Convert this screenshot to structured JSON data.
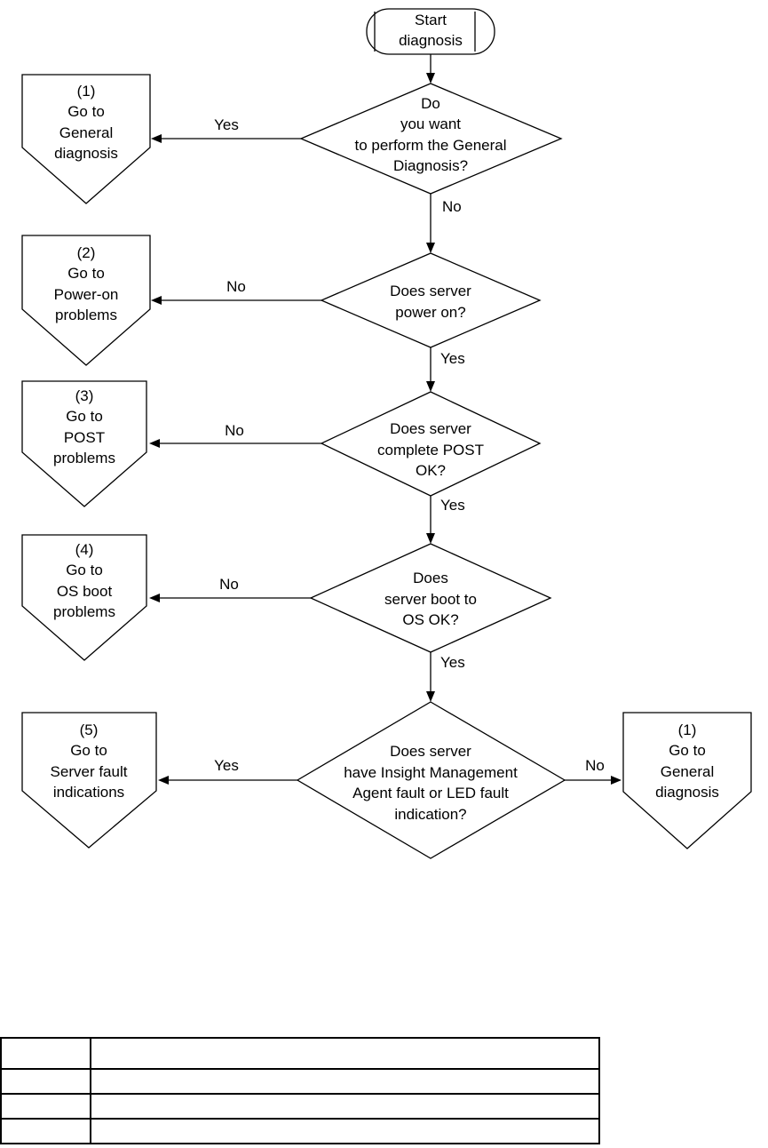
{
  "start": {
    "lines": [
      "Start",
      "diagnosis"
    ]
  },
  "decisions": [
    {
      "id": "general",
      "lines": [
        "Do",
        "you want",
        "to perform the General",
        "Diagnosis?"
      ]
    },
    {
      "id": "power",
      "lines": [
        "Does server",
        "power on?"
      ]
    },
    {
      "id": "post",
      "lines": [
        "Does server",
        "complete POST",
        "OK?"
      ]
    },
    {
      "id": "os",
      "lines": [
        "Does",
        "server boot to",
        "OS OK?"
      ]
    },
    {
      "id": "fault",
      "lines": [
        "Does server",
        "have Insight Management",
        "Agent fault or LED fault",
        "indication?"
      ]
    }
  ],
  "references": [
    {
      "id": "ref-general-1",
      "lines": [
        "(1)",
        "Go to",
        "General",
        "diagnosis"
      ]
    },
    {
      "id": "ref-power-on",
      "lines": [
        "(2)",
        "Go to",
        "Power-on",
        "problems"
      ]
    },
    {
      "id": "ref-post",
      "lines": [
        "(3)",
        "Go to",
        "POST",
        "problems"
      ]
    },
    {
      "id": "ref-os-boot",
      "lines": [
        "(4)",
        "Go to",
        "OS boot",
        "problems"
      ]
    },
    {
      "id": "ref-server-fault",
      "lines": [
        "(5)",
        "Go to",
        "Server fault",
        "indications"
      ]
    },
    {
      "id": "ref-general-2",
      "lines": [
        "(1)",
        "Go to",
        "General",
        "diagnosis"
      ]
    }
  ],
  "labels": {
    "general_yes": "Yes",
    "general_no": "No",
    "power_no": "No",
    "power_yes": "Yes",
    "post_no": "No",
    "post_yes": "Yes",
    "os_no": "No",
    "os_yes": "Yes",
    "fault_yes": "Yes",
    "fault_no": "No"
  },
  "table": {
    "header": [
      "",
      ""
    ],
    "rows": [
      [
        "",
        ""
      ],
      [
        "",
        ""
      ],
      [
        "",
        ""
      ]
    ]
  }
}
